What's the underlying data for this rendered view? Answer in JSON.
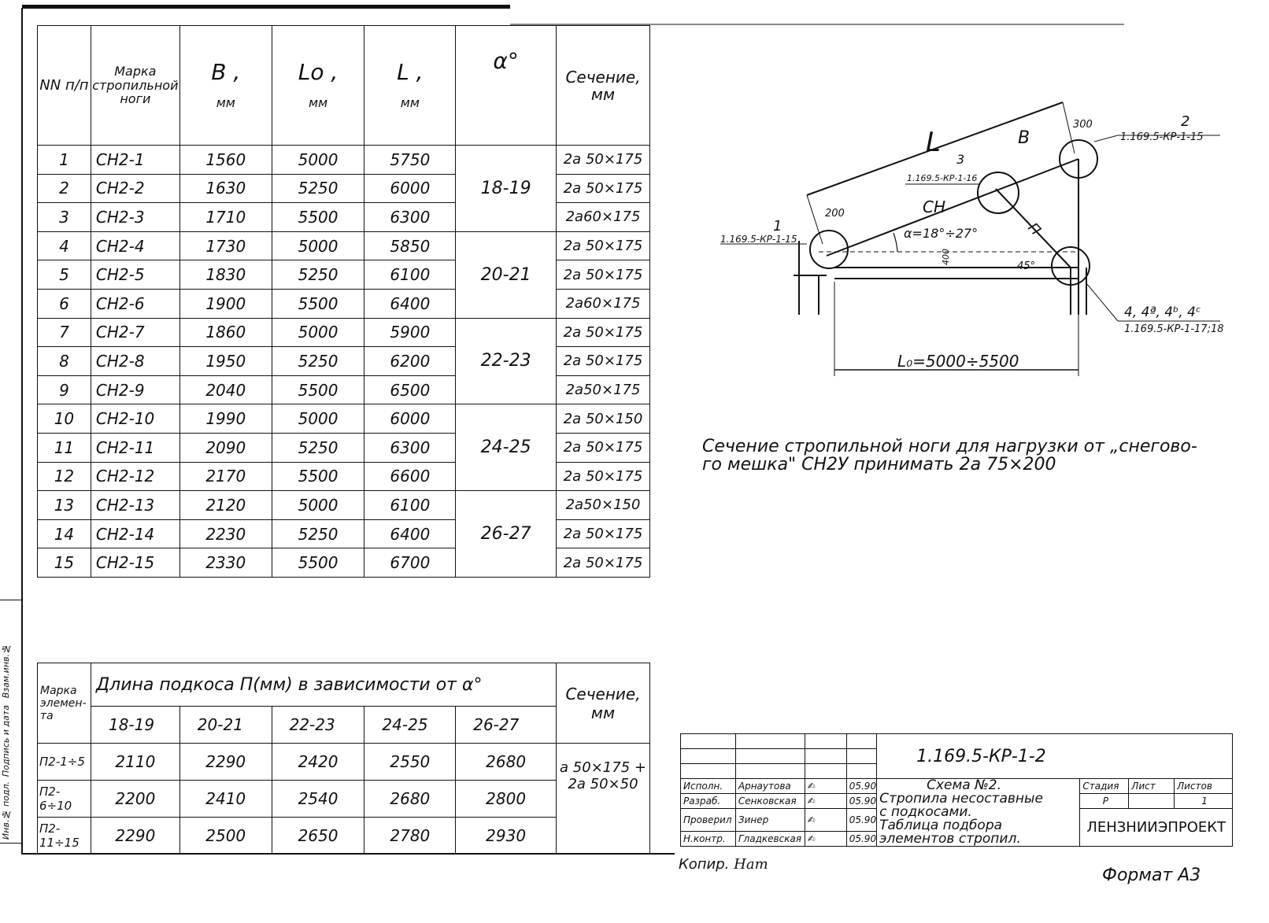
{
  "rafters_table": {
    "headers": {
      "num": "NN п/п",
      "mark": "Марка стропильной ноги",
      "b": "B ,",
      "b_unit": "мм",
      "lo": "Lo ,",
      "lo_unit": "мм",
      "l": "L ,",
      "l_unit": "мм",
      "alpha": "α°",
      "section": "Сечение, мм"
    },
    "rows": [
      {
        "n": "1",
        "mark": "СН2-1",
        "b": "1560",
        "lo": "5000",
        "l": "5750",
        "section": "2а 50×175"
      },
      {
        "n": "2",
        "mark": "СН2-2",
        "b": "1630",
        "lo": "5250",
        "l": "6000",
        "section": "2а 50×175"
      },
      {
        "n": "3",
        "mark": "СН2-3",
        "b": "1710",
        "lo": "5500",
        "l": "6300",
        "section": "2а60×175"
      },
      {
        "n": "4",
        "mark": "СН2-4",
        "b": "1730",
        "lo": "5000",
        "l": "5850",
        "section": "2а 50×175"
      },
      {
        "n": "5",
        "mark": "СН2-5",
        "b": "1830",
        "lo": "5250",
        "l": "6100",
        "section": "2а 50×175"
      },
      {
        "n": "6",
        "mark": "СН2-6",
        "b": "1900",
        "lo": "5500",
        "l": "6400",
        "section": "2а60×175"
      },
      {
        "n": "7",
        "mark": "СН2-7",
        "b": "1860",
        "lo": "5000",
        "l": "5900",
        "section": "2а 50×175"
      },
      {
        "n": "8",
        "mark": "СН2-8",
        "b": "1950",
        "lo": "5250",
        "l": "6200",
        "section": "2а 50×175"
      },
      {
        "n": "9",
        "mark": "СН2-9",
        "b": "2040",
        "lo": "5500",
        "l": "6500",
        "section": "2а50×175"
      },
      {
        "n": "10",
        "mark": "СН2-10",
        "b": "1990",
        "lo": "5000",
        "l": "6000",
        "section": "2а 50×150"
      },
      {
        "n": "11",
        "mark": "СН2-11",
        "b": "2090",
        "lo": "5250",
        "l": "6300",
        "section": "2а 50×175"
      },
      {
        "n": "12",
        "mark": "СН2-12",
        "b": "2170",
        "lo": "5500",
        "l": "6600",
        "section": "2а 50×175"
      },
      {
        "n": "13",
        "mark": "СН2-13",
        "b": "2120",
        "lo": "5000",
        "l": "6100",
        "section": "2а50×150"
      },
      {
        "n": "14",
        "mark": "СН2-14",
        "b": "2230",
        "lo": "5250",
        "l": "6400",
        "section": "2а 50×175"
      },
      {
        "n": "15",
        "mark": "СН2-15",
        "b": "2330",
        "lo": "5500",
        "l": "6700",
        "section": "2а 50×175"
      }
    ],
    "alpha_groups": [
      "18-19",
      "20-21",
      "22-23",
      "24-25",
      "26-27"
    ]
  },
  "braces_table": {
    "mark_header": "Марка элемен-та",
    "length_header": "Длина подкоса П(мм) в зависимости от α°",
    "section_header": "Сечение, мм",
    "angles": [
      "18-19",
      "20-21",
      "22-23",
      "24-25",
      "26-27"
    ],
    "rows": [
      {
        "mark": "П2-1÷5",
        "values": [
          "2110",
          "2290",
          "2420",
          "2550",
          "2680"
        ]
      },
      {
        "mark": "П2-6÷10",
        "values": [
          "2200",
          "2410",
          "2540",
          "2680",
          "2800"
        ]
      },
      {
        "mark": "П2-11÷15",
        "values": [
          "2290",
          "2500",
          "2650",
          "2780",
          "2930"
        ]
      }
    ],
    "section": "а 50×175 + 2а 50×50"
  },
  "note": {
    "line1": "Сечение стропильной ноги для нагрузки от „снегово-",
    "line2": "го мешка\" СН2У принимать 2а 75×200"
  },
  "diagram": {
    "label_L": "L",
    "label_B": "B",
    "label_CH": "СН",
    "label_P": "П",
    "label_300": "300",
    "label_200": "200",
    "label_400": "400",
    "label_45": "45°",
    "alpha_range": "α=18°÷27°",
    "lo_range": "L₀=5000÷5500",
    "node1_num": "1",
    "node1_ref": "1.169.5-КР-1-15",
    "node2_num": "2",
    "node2_ref": "1.169.5-КР-1-15",
    "node3_num": "3",
    "node3_ref": "1.169.5-КР-1-16",
    "node4_num": "4, 4ª, 4ᵇ, 4ᶜ",
    "node4_ref": "1.169.5-КР-1-17;18"
  },
  "title_block": {
    "code": "1.169.5-КР-1-2",
    "roles": [
      "Исполн.",
      "Разраб.",
      "Проверил",
      "Н.контр."
    ],
    "names": [
      "Арнаутова",
      "Сенковская",
      "Зинер",
      "Гладкевская"
    ],
    "signatures": [
      "sign",
      "sign",
      "sign",
      "sign"
    ],
    "dates": [
      "05.90",
      "05.90",
      "05.90",
      "05.90"
    ],
    "title_lines": [
      "Схема №2.",
      "Стропила несоставные",
      "с подкосами.",
      "Таблица подбора",
      "элементов стропил."
    ],
    "stage_label": "Стадия",
    "sheet_label": "Лист",
    "sheets_label": "Листов",
    "stage": "Р",
    "sheets": "1",
    "org": "ЛЕНЗНИИЭПРОЕКТ"
  },
  "footer": {
    "copied": "Копир.",
    "format": "Формат А3"
  },
  "sidebar": {
    "inv_label": "Инв.№ подл.",
    "sign_label": "Подпись и дата",
    "replace_label": "Взам.инв.№"
  }
}
